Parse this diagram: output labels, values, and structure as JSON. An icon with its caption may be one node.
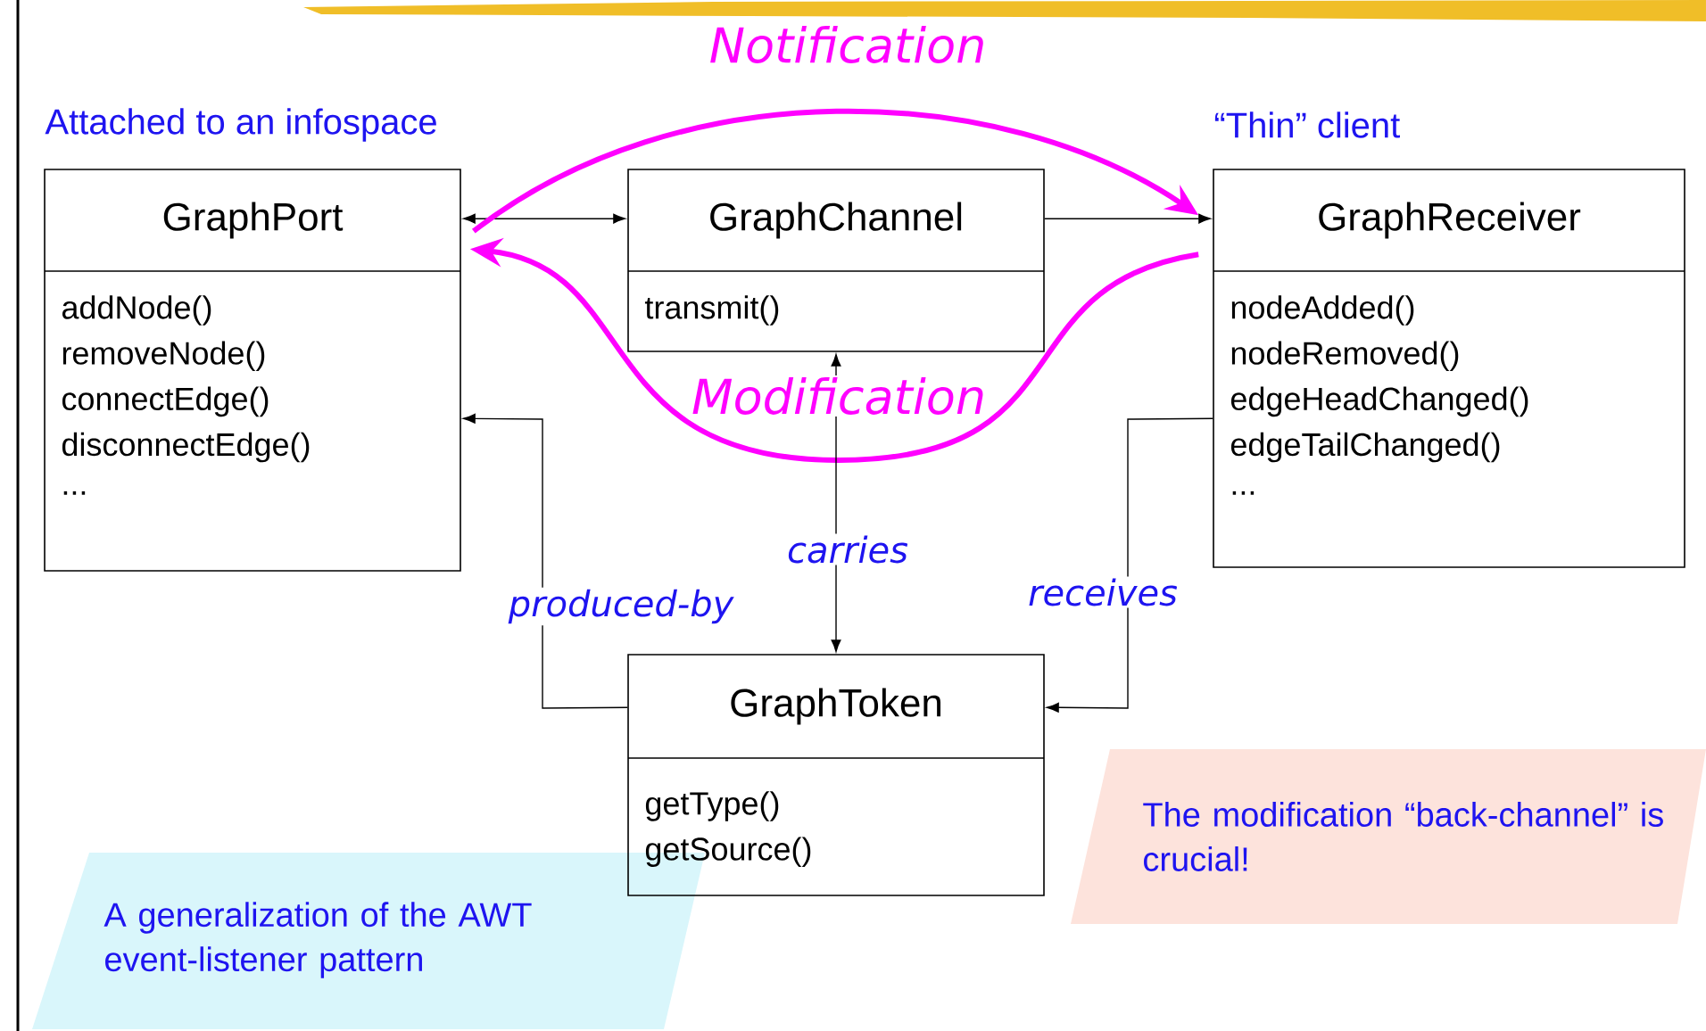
{
  "diagram": {
    "nodes": [
      {
        "text": [
          "GraphPort",
          "addNode()",
          "removeNode()",
          "connectEdge()",
          "disconnectEdge()",
          "..."
        ],
        "beside": [
          "Attached to an infospace"
        ]
      },
      {
        "text": [
          "GraphChannel",
          "transmit()"
        ]
      },
      {
        "text": [
          "GraphReceiver",
          "nodeAdded()",
          "nodeRemoved()",
          "edgeHeadChanged()",
          "edgeTailChanged()",
          "..."
        ],
        "beside": [
          "“Thin” client"
        ]
      },
      {
        "text": [
          "GraphToken",
          "getType()",
          "getSource()"
        ]
      },
      {
        "text": [
          "A generalization of the AWT event-listener pattern"
        ]
      },
      {
        "text": [
          "The modification “back-channel” is crucial!"
        ]
      }
    ],
    "edges": [
      {
        "from": 0,
        "to": 1,
        "arrow": "both"
      },
      {
        "from": 1,
        "to": 2,
        "arrow": "to"
      },
      {
        "from": 0,
        "to": 2,
        "arrow": "to",
        "label": "Notification",
        "style": "thick",
        "color": "#ff00ff"
      },
      {
        "from": 2,
        "to": 0,
        "arrow": "to",
        "label": "Modification",
        "style": "thick",
        "color": "#ff00ff"
      },
      {
        "from": 1,
        "to": 3,
        "arrow": "both",
        "label": "carries"
      },
      {
        "from": 3,
        "to": 0,
        "arrow": "to",
        "label": "produced-by"
      },
      {
        "from": 2,
        "to": 3,
        "arrow": "to",
        "label": "receives"
      }
    ]
  }
}
